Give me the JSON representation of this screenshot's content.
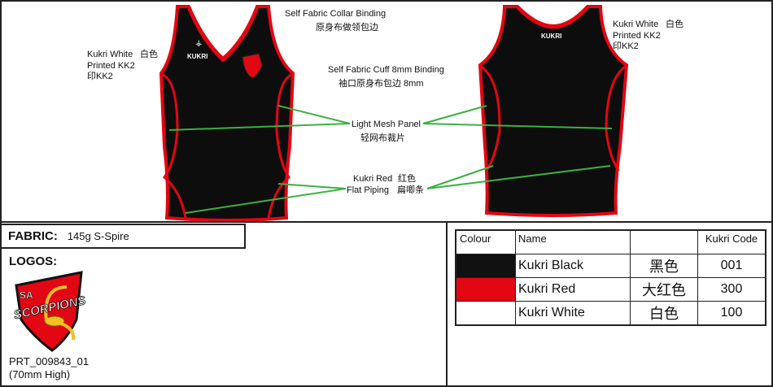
{
  "annotations": {
    "collar_en": "Self Fabric Collar Binding",
    "collar_cn": "原身布做领包边",
    "cuff_en": "Self Fabric Cuff 8mm Binding",
    "cuff_cn": "袖口原身布包边 8mm",
    "mesh_en": "Light Mesh Panel",
    "mesh_cn": "轻网布裁片",
    "piping_en1": "Kukri Red",
    "piping_cn1": "红色",
    "piping_en2": "Flat Piping",
    "piping_cn2": "扁唧条",
    "front_print": [
      "Kukri White",
      "白色",
      "Printed KK2",
      "印KK2"
    ],
    "back_print": [
      "Kukri White",
      "白色",
      "Printed KK2",
      "印KK2"
    ]
  },
  "brand": "KUKRI",
  "fabric": {
    "label": "FABRIC:",
    "value": "145g S-Spire"
  },
  "logos": {
    "label": "LOGOS:",
    "logo_text": "SA SCORPIONS",
    "code": "PRT_009843_01",
    "size": "(70mm High)"
  },
  "colour_table": {
    "headers": [
      "Colour",
      "Name",
      "",
      "Kukri Code"
    ],
    "rows": [
      {
        "swatch": "#111111",
        "name": "Kukri Black",
        "cn": "黑色",
        "code": "001"
      },
      {
        "swatch": "#e30613",
        "name": "Kukri Red",
        "cn": "大红色",
        "code": "300"
      },
      {
        "swatch": "#ffffff",
        "name": "Kukri White",
        "cn": "白色",
        "code": "100"
      }
    ]
  },
  "colors": {
    "accent_red": "#e30613",
    "garment": "#0d0d0d",
    "callout_line": "#3cb043"
  }
}
